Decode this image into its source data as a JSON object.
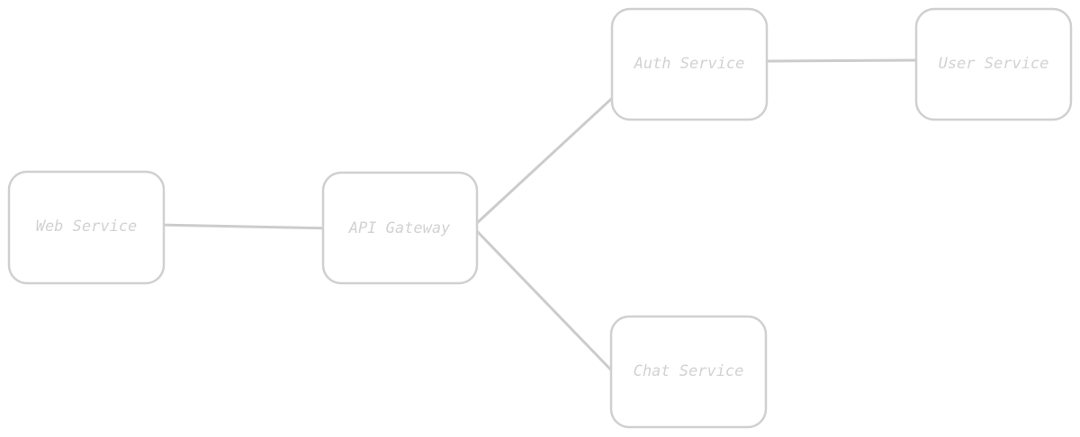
{
  "diagram": {
    "type": "architecture-flow",
    "nodes": [
      {
        "id": "web-service",
        "label": "Web Service"
      },
      {
        "id": "api-gateway",
        "label": "API Gateway"
      },
      {
        "id": "auth-service",
        "label": "Auth Service"
      },
      {
        "id": "user-service",
        "label": "User Service"
      },
      {
        "id": "chat-service",
        "label": "Chat Service"
      }
    ],
    "edges": [
      {
        "from": "web-service",
        "to": "api-gateway"
      },
      {
        "from": "api-gateway",
        "to": "auth-service"
      },
      {
        "from": "api-gateway",
        "to": "chat-service"
      },
      {
        "from": "auth-service",
        "to": "user-service"
      }
    ],
    "colors": {
      "stroke": "#d0d0d0",
      "connector": "#cccccc",
      "label": "#d2d2d2",
      "background": "#ffffff"
    }
  }
}
